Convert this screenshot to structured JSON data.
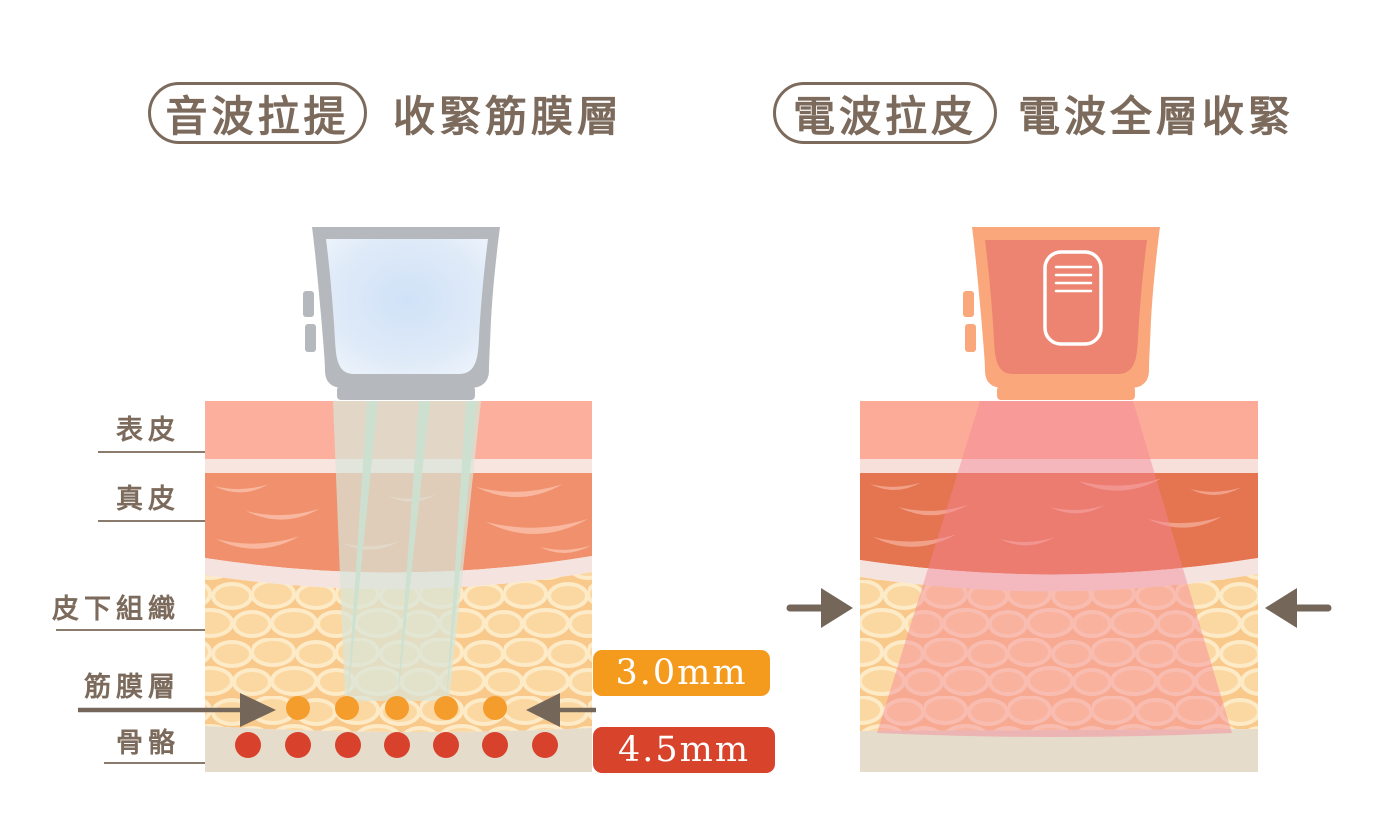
{
  "titles": {
    "left": {
      "badge": "音波拉提",
      "heading": "收緊筋膜層"
    },
    "right": {
      "badge": "電波拉皮",
      "heading": "電波全層收緊"
    }
  },
  "skin_labels": {
    "epidermis": "表皮",
    "dermis": "真皮",
    "subcutaneous": "皮下組織",
    "fascia": "筋膜層",
    "bone": "骨骼"
  },
  "depth_markers": {
    "fascia_depth": "3.0mm",
    "bone_depth": "4.5mm"
  },
  "colors": {
    "text_brown": "#7c6b5c",
    "arrow_brown": "#75665a",
    "epidermis": "#fbaf9c",
    "epidermis_band": "#f9e5e0",
    "dermis_left": "#f0906c",
    "dermis_right": "#e57450",
    "wrinkle_left": "#f8b79e",
    "wrinkle_right": "#f1a189",
    "subcutaneous_bg": "#f9c98c",
    "fat_lobule": "#fbd8a2",
    "fat_lobule_outline": "#fdeac6",
    "bone": "#e6dccb",
    "fascia_dot": "#f49d2d",
    "bone_dot": "#d8422c",
    "marker_orange": "#f49a1d",
    "marker_red": "#d8432b",
    "hifu_device_gray": "#b5b8bc",
    "hifu_screen_blue": "#cfe2f7",
    "rf_device_outer": "#f9a77b",
    "rf_device_inner": "#ec8471",
    "hifu_beam_tint": "rgba(216,228,216,0.72)",
    "hifu_beam_focus": "rgba(203,224,209,0.95)",
    "rf_beam_tint": "rgba(243,134,150,0.45)"
  }
}
